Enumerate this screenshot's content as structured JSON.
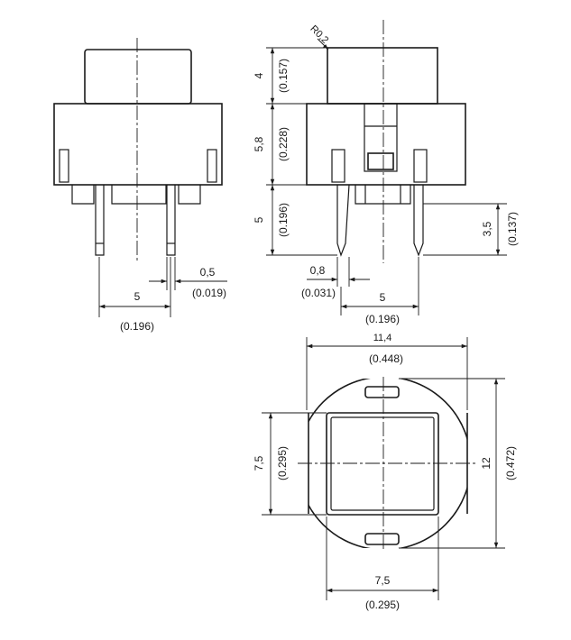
{
  "dimensions": {
    "front_lead_pitch": {
      "mm": "5",
      "inch": "(0.196)"
    },
    "front_lead_width": {
      "mm": "0,5",
      "inch": "(0.019)"
    },
    "side_cap_height": {
      "mm": "4",
      "inch": "(0.157)"
    },
    "side_body_height": {
      "mm": "5,8",
      "inch": "(0.228)"
    },
    "side_lead_length": {
      "mm": "5",
      "inch": "(0.196)"
    },
    "side_lead_short": {
      "mm": "3,5",
      "inch": "(0.137)"
    },
    "side_lead_width": {
      "mm": "0,8",
      "inch": "(0.031)"
    },
    "side_lead_pitch": {
      "mm": "5",
      "inch": "(0.196)"
    },
    "side_corner_radius": {
      "mm": "R0,2"
    },
    "top_width": {
      "mm": "11,4",
      "inch": "(0.448)"
    },
    "top_height": {
      "mm": "12",
      "inch": "(0.472)"
    },
    "top_cap_height": {
      "mm": "7,5",
      "inch": "(0.295)"
    },
    "top_cap_width": {
      "mm": "7,5",
      "inch": "(0.295)"
    }
  }
}
